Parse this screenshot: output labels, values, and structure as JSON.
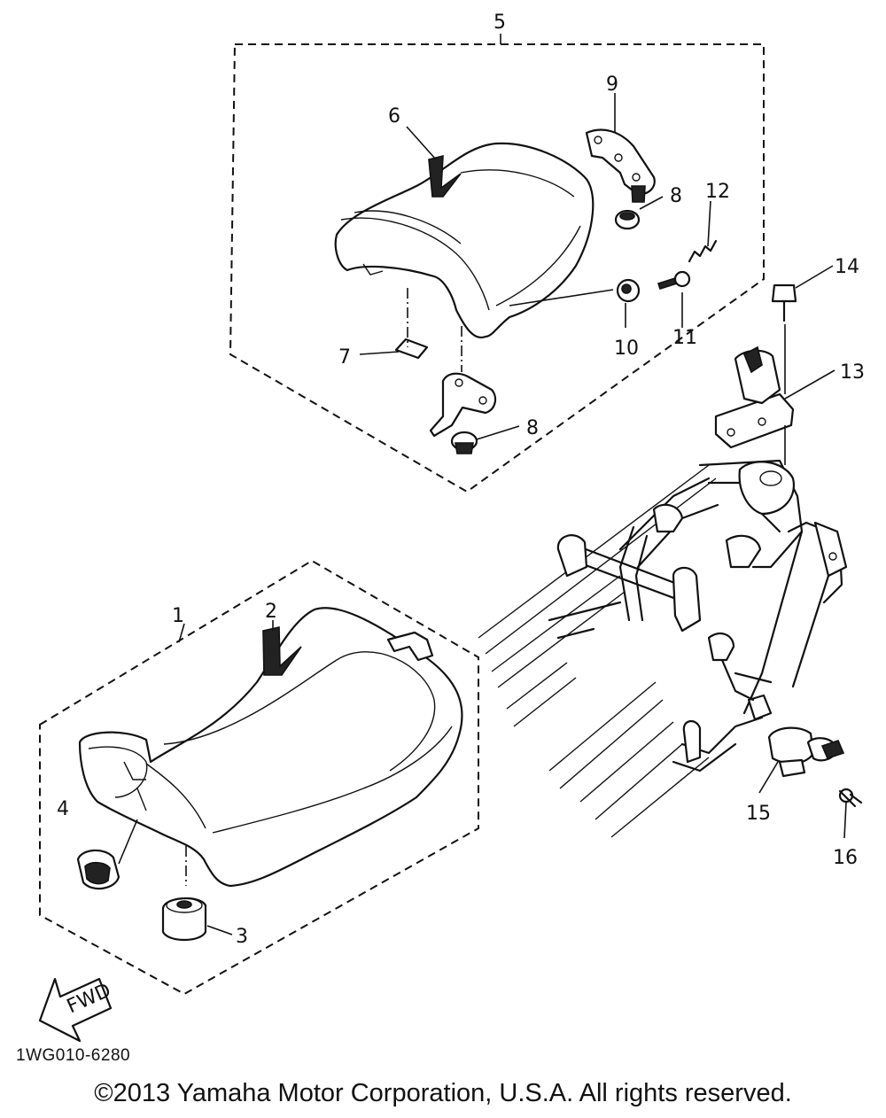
{
  "callouts": [
    "1",
    "2",
    "3",
    "4",
    "5",
    "6",
    "7",
    "8",
    "8",
    "9",
    "10",
    "11",
    "12",
    "13",
    "14",
    "15",
    "16"
  ],
  "fwd_label": "FWD",
  "drawing_code": "1WG010-6280",
  "copyright": "©2013 Yamaha Motor Corporation, U.S.A. All rights reserved."
}
